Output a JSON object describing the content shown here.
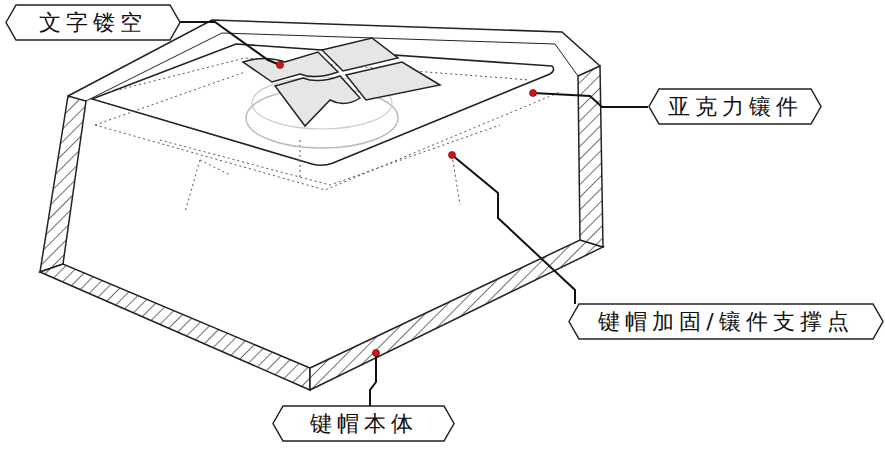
{
  "diagram": {
    "nodes": [
      {
        "text": [
          "文字镂空"
        ]
      },
      {
        "text": [
          "亚克力镶件"
        ]
      },
      {
        "text": [
          "键帽加固/镶件支撑点"
        ]
      },
      {
        "text": [
          "键帽本体"
        ]
      }
    ]
  }
}
